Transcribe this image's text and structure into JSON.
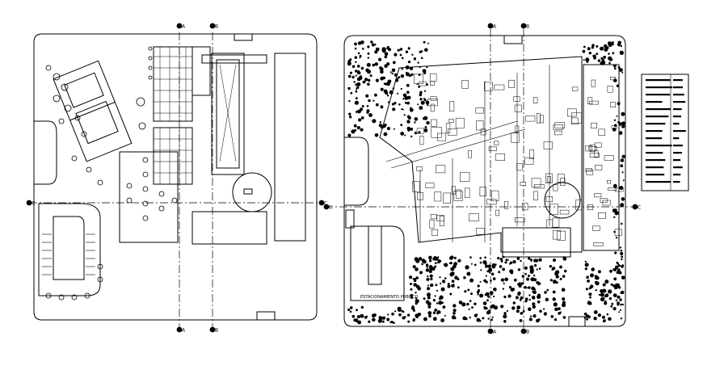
{
  "plan_left": {
    "axis_markers": {
      "a": "A",
      "b": "B",
      "c": "C"
    }
  },
  "plan_right": {
    "axis_markers": {
      "a": "A",
      "b": "B",
      "c": "C"
    },
    "parking_text": "ESTACIONAMIENTO PUBLICO"
  },
  "legend": {
    "rows": 15
  },
  "colors": {
    "line": "#000000",
    "background": "#ffffff"
  }
}
